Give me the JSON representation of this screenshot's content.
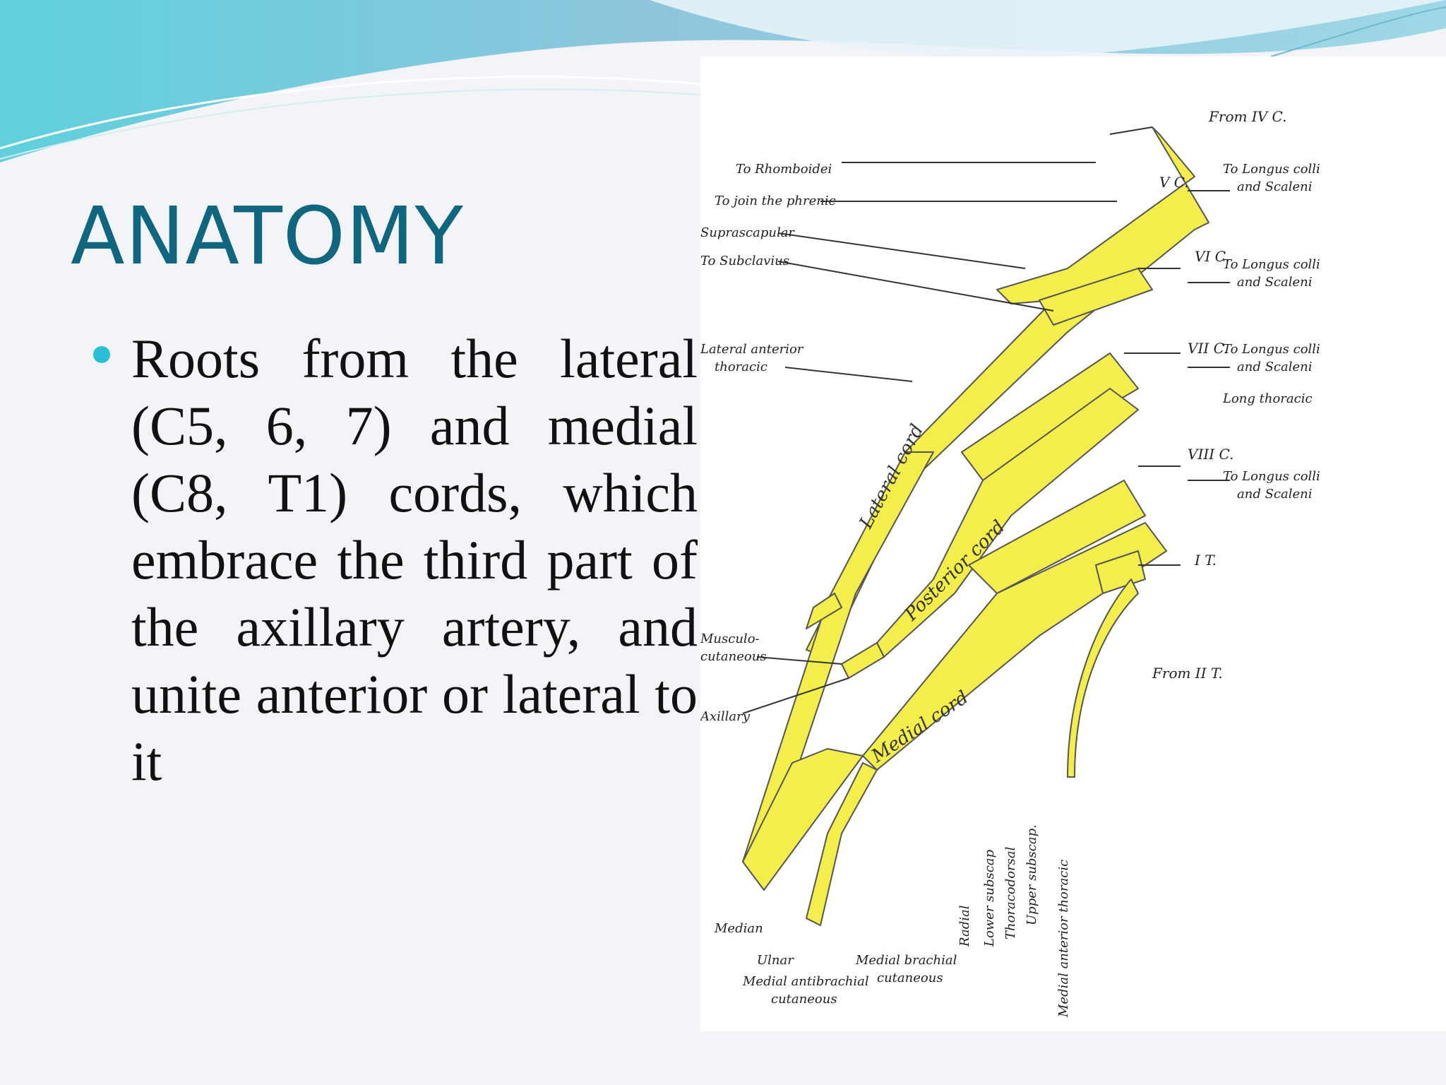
{
  "slide": {
    "title": "ANATOMY",
    "bullet": "Roots from the lateral (C5, 6, 7) and medial (C8, T1) cords, which embrace the third part of the axillary artery, and unite anterior or lateral to it"
  },
  "diagram": {
    "roots": {
      "from_iv": "From IV C.",
      "v": "V C.",
      "vi": "VI C.",
      "vii": "VII C.",
      "viii": "VIII C.",
      "i_t": "I T.",
      "from_ii": "From II T."
    },
    "right_labels": {
      "longus_1a": "To Longus colli",
      "longus_1b": "and Scaleni",
      "longus_2a": "To Longus colli",
      "longus_2b": "and Scaleni",
      "longus_3a": "To Longus colli",
      "longus_3b": "and Scaleni",
      "long_thoracic": "Long thoracic",
      "longus_4a": "To Longus colli",
      "longus_4b": "and Scaleni"
    },
    "left_labels": {
      "rhomboidei": "To Rhomboidei",
      "phrenic": "To join the phrenic",
      "suprascapular": "Suprascapular",
      "subclavius": "To Subclavius",
      "lat_ant_thoracic_a": "Lateral anterior",
      "lat_ant_thoracic_b": "thoracic",
      "musculo_a": "Musculo-",
      "musculo_b": "cutaneous",
      "axillary": "Axillary"
    },
    "cords": {
      "lateral": "Lateral cord",
      "posterior": "Posterior cord",
      "medial": "Medial cord"
    },
    "bottom_labels": {
      "median": "Median",
      "ulnar": "Ulnar",
      "med_antebrachial_a": "Medial antibrachial",
      "med_antebrachial_b": "cutaneous",
      "med_brachial_a": "Medial brachial",
      "med_brachial_b": "cutaneous",
      "radial": "Radial",
      "lower_subscap": "Lower subscap",
      "thoracodorsal": "Thoracodorsal",
      "upper_subscap": "Upper subscap.",
      "med_ant_thoracic": "Medial anterior thoracic"
    }
  }
}
